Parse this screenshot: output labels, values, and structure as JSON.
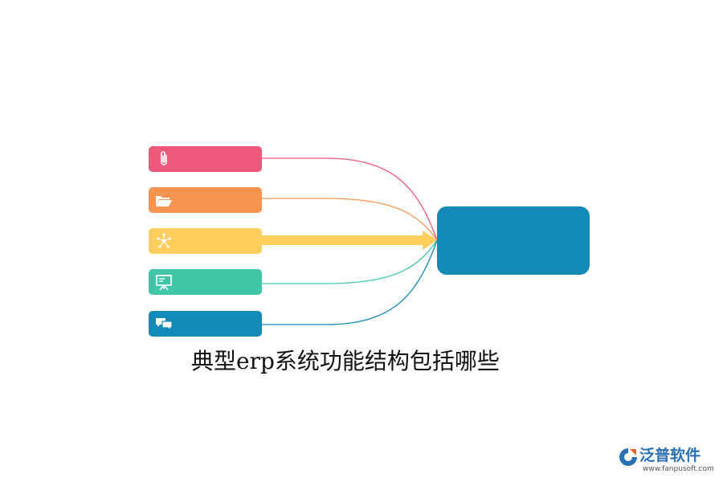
{
  "diagram": {
    "caption": "典型erp系统功能结构包括哪些",
    "nodes": [
      {
        "icon": "paperclip-icon",
        "color": "#f0587a"
      },
      {
        "icon": "folder-open-icon",
        "color": "#f79550"
      },
      {
        "icon": "network-icon",
        "color": "#ffce5c"
      },
      {
        "icon": "presentation-board-icon",
        "color": "#40c5a7"
      },
      {
        "icon": "chat-bubbles-icon",
        "color": "#138ab7"
      }
    ],
    "center": {
      "color": "#138ab7"
    },
    "highlighted_node": 2
  },
  "brand": {
    "name": "泛普软件",
    "url": "www.fanpusoft.com",
    "color": "#2b6fb5"
  }
}
